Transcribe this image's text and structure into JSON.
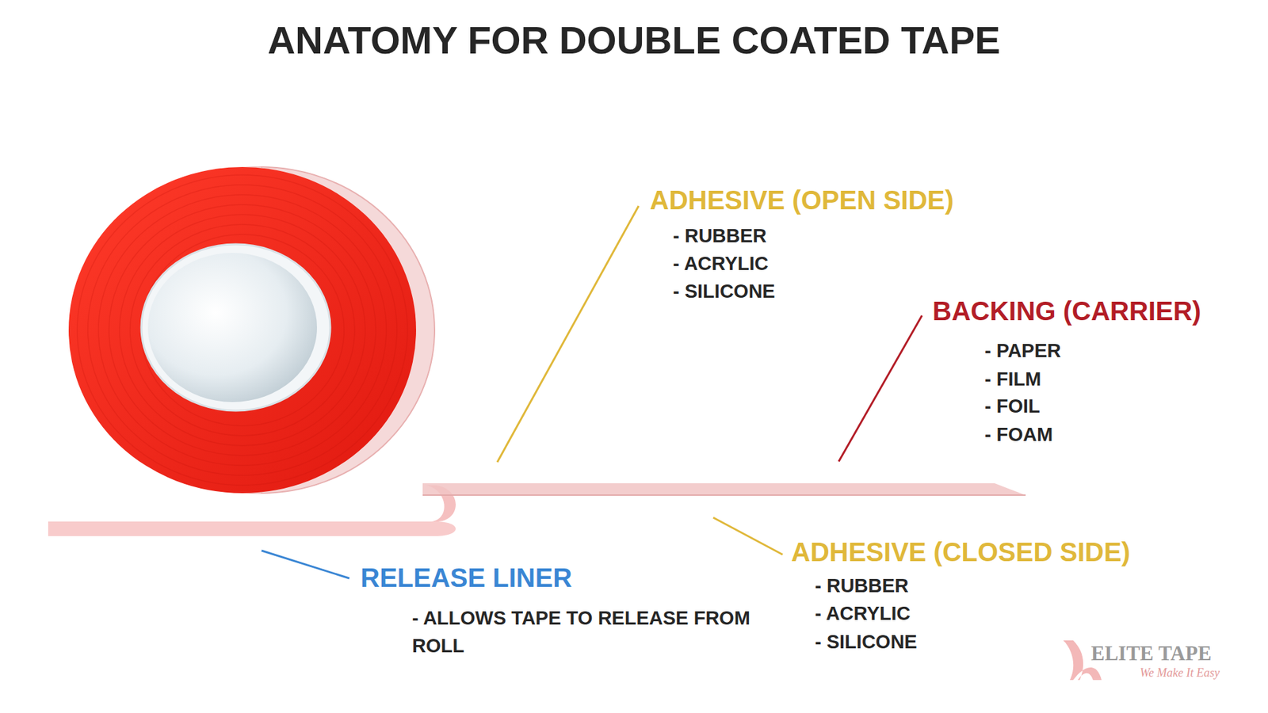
{
  "diagram": {
    "title": "ANATOMY FOR DOUBLE COATED TAPE",
    "labels": [
      "ADHESIVE (OPEN SIDE)",
      "- RUBBER",
      "- ACRYLIC",
      "- SILICONE",
      "BACKING (CARRIER)",
      "- PAPER",
      "- FILM",
      "- FOIL",
      "- FOAM",
      "ADHESIVE (CLOSED SIDE)",
      "- RUBBER",
      "- ACRYLIC",
      "- SILICONE",
      "RELEASE LINER",
      "- ALLOWS TAPE TO RELEASE FROM ROLL",
      "ELITE TAPE",
      "We Make It Easy"
    ]
  }
}
